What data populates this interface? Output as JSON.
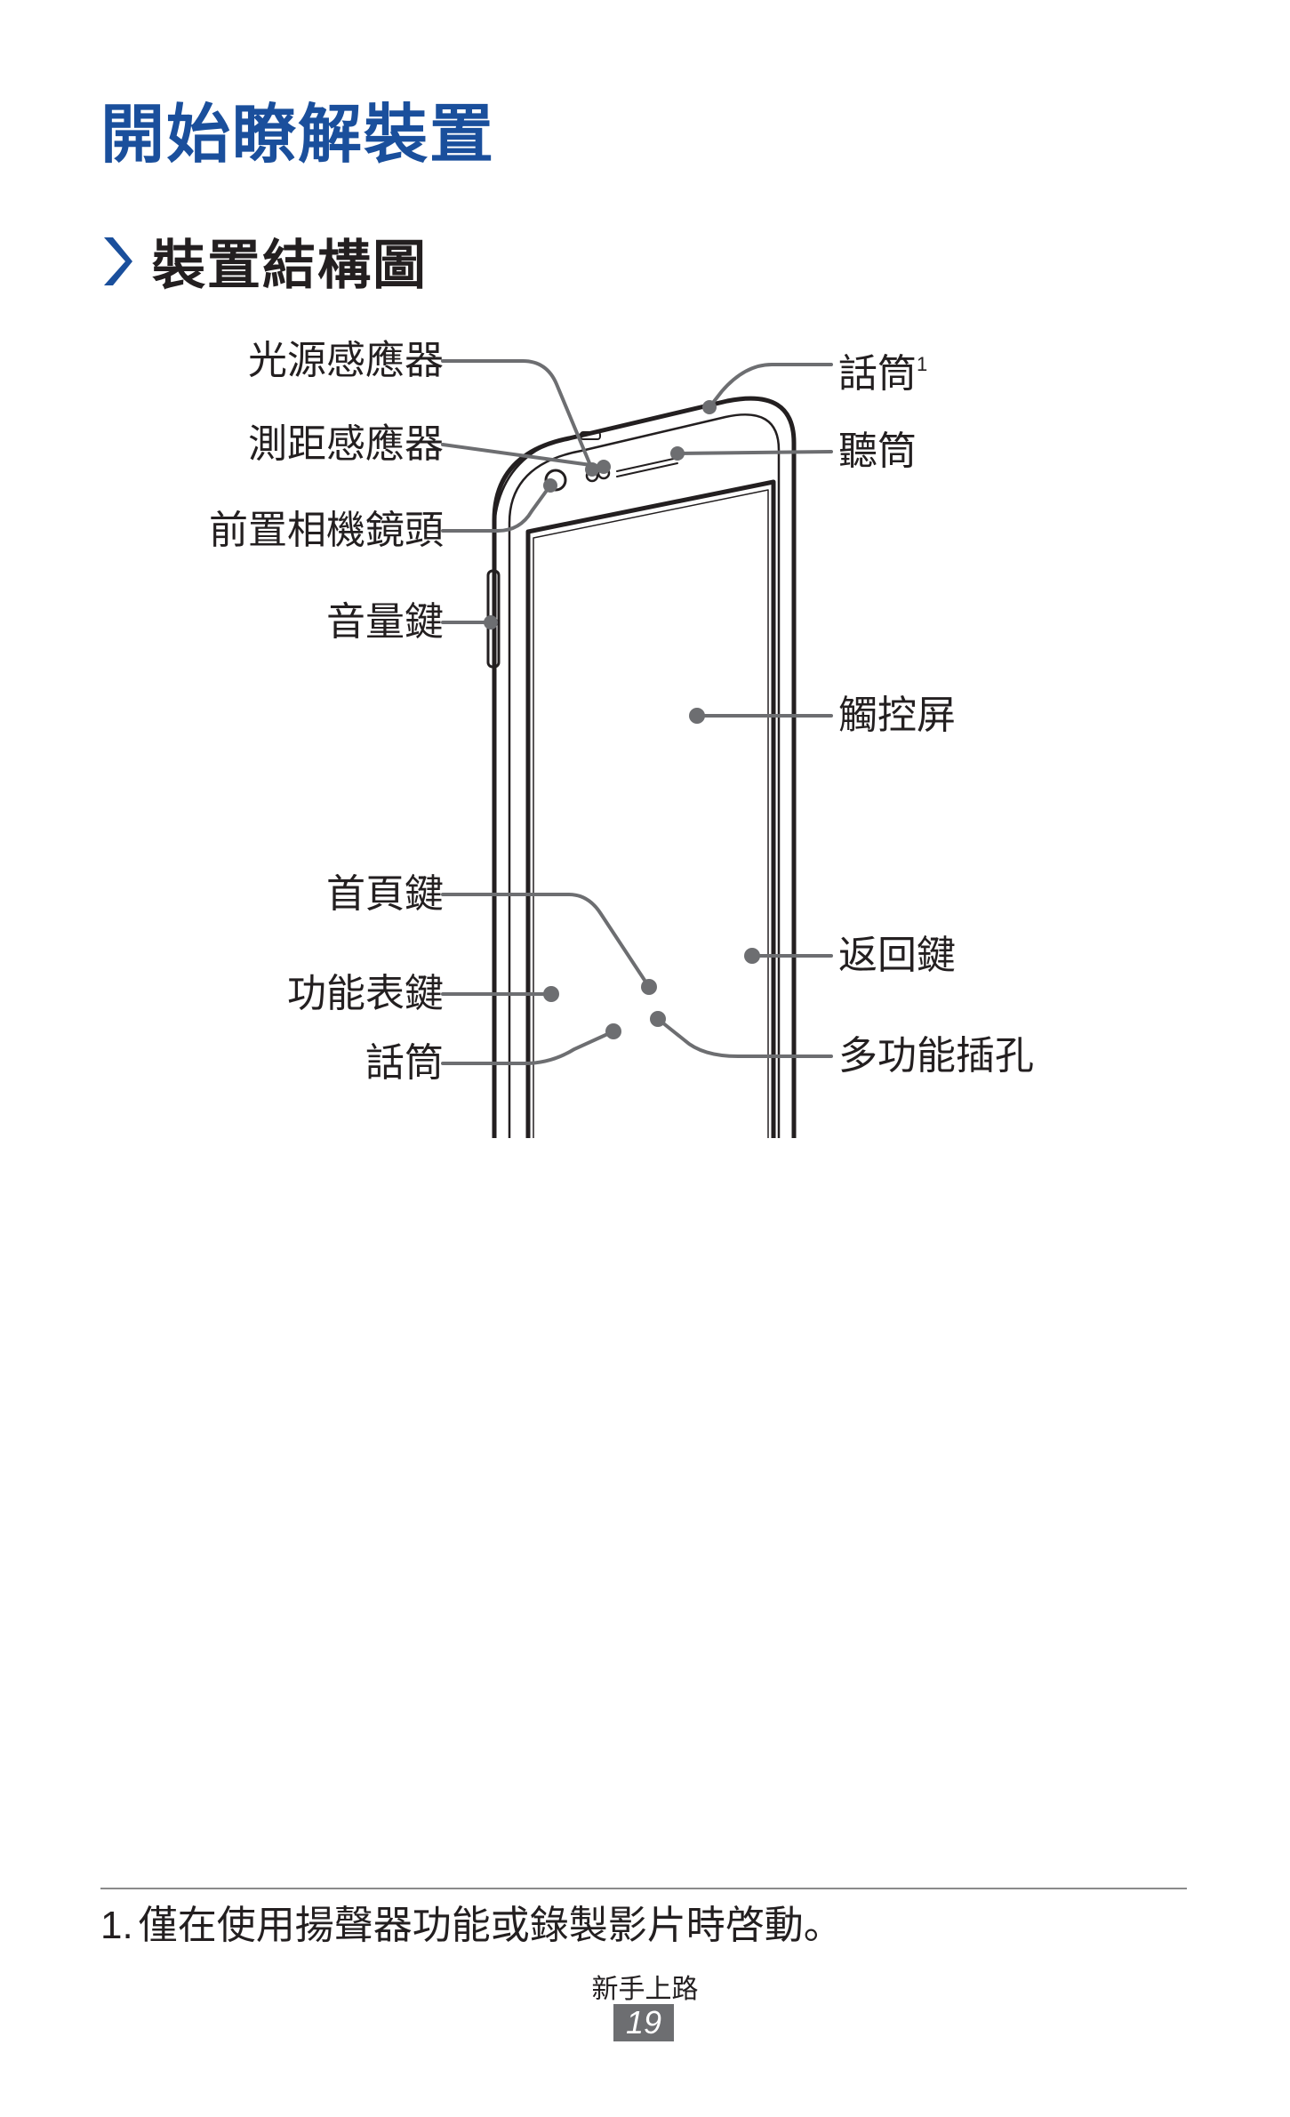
{
  "page": {
    "title": "開始瞭解裝置",
    "section_title": "裝置結構圖"
  },
  "diagram": {
    "labels": {
      "light_sensor": "光源感應器",
      "proximity_sensor": "測距感應器",
      "front_camera": "前置相機鏡頭",
      "volume_key": "音量鍵",
      "home_key": "首頁鍵",
      "menu_key": "功能表鍵",
      "mic_bottom": "話筒",
      "mic_top": "話筒",
      "mic_top_note": "1",
      "earpiece": "聽筒",
      "touchscreen": "觸控屏",
      "back_key": "返回鍵",
      "multipurpose_jack": "多功能插孔"
    }
  },
  "footnote": {
    "number": "1.",
    "text": "僅在使用揚聲器功能或錄製影片時啓動。"
  },
  "footer": {
    "chapter": "新手上路",
    "page_number": "19"
  },
  "colors": {
    "title_blue": "#1a4f9c",
    "leader_gray": "#6d6e71",
    "text": "#231f20"
  }
}
